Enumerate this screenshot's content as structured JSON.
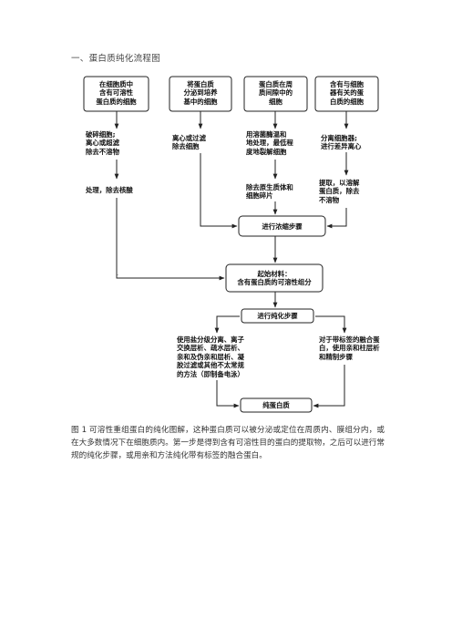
{
  "heading": "一、蛋白质纯化流程图",
  "nodes": {
    "box1": [
      "在细胞质中",
      "含有可溶性",
      "蛋白质的细胞"
    ],
    "box2": [
      "将蛋白质",
      "分泌到培养",
      "基中的细胞"
    ],
    "box3": [
      "蛋白质在周",
      "质间隙中的",
      "细胞"
    ],
    "box4": [
      "含有与细胞",
      "器有关的蛋",
      "白质的细胞"
    ],
    "step1a": [
      "破碎细胞;",
      "离心或超滤",
      "除去不溶物"
    ],
    "step1b": [
      "处理，除去核酸"
    ],
    "step2a": [
      "离心或过滤",
      "除去细胞"
    ],
    "step3a": [
      "用溶菌酶温和",
      "地处理，最低程",
      "度地裂解细胞"
    ],
    "step3b": [
      "除去原生质体和",
      "细胞碎片"
    ],
    "step4a": [
      "分离细胞器;",
      "进行差异离心"
    ],
    "step4b": [
      "提取，以溶解",
      "蛋白质，除去",
      "不溶物"
    ],
    "concentrate": [
      "进行浓缩步骤"
    ],
    "starting": [
      "起始材料：",
      "含有蛋白质的可溶性组分"
    ],
    "purify": [
      "进行纯化步骤"
    ],
    "method_left": [
      "使用盐分级分离、离子",
      "交换层析、疏水层析、",
      "亲和及伪亲和层析、凝",
      "胶过滤或其他不太常规",
      "的方法（即制备电泳）"
    ],
    "method_right": [
      "对于带标签的融合蛋",
      "白，使用亲和柱层析",
      "和精制步骤"
    ],
    "pure": [
      "纯蛋白质"
    ]
  },
  "dot": ".",
  "caption": "图 1 可溶性重组蛋白的纯化图解，这种蛋白质可以被分泌或定位在周质内、膜组分内，或在大多数情况下在细胞质内。第一步是得到含有可溶性目的蛋白的提取物，之后可以进行常规的纯化步骤，或用亲和方法纯化带有标签的融合蛋白。"
}
